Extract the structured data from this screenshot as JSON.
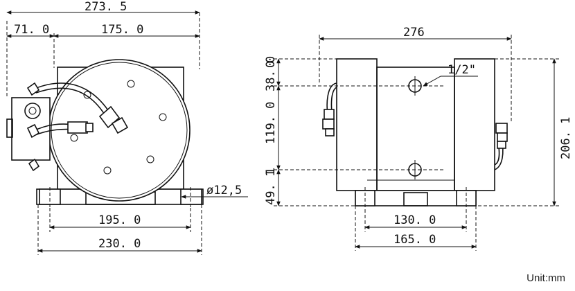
{
  "dimensions": {
    "front_overall_width": "273. 5",
    "front_left_offset": "71. 0",
    "front_right_span": "175. 0",
    "front_mount_spacing": "195. 0",
    "front_base_width": "230. 0",
    "mount_hole_dia": "ø12,5",
    "side_overall_width": "276",
    "side_mount_spacing": "130. 0",
    "side_base_width": "165. 0",
    "side_height": "206. 1",
    "port_size": "1/2\"",
    "vdim_0": "0",
    "vdim_38": "38. 0",
    "vdim_119": "119. 0",
    "vdim_1": "1",
    "vdim_49": "49. 1"
  },
  "unit_label": "Unit:mm"
}
